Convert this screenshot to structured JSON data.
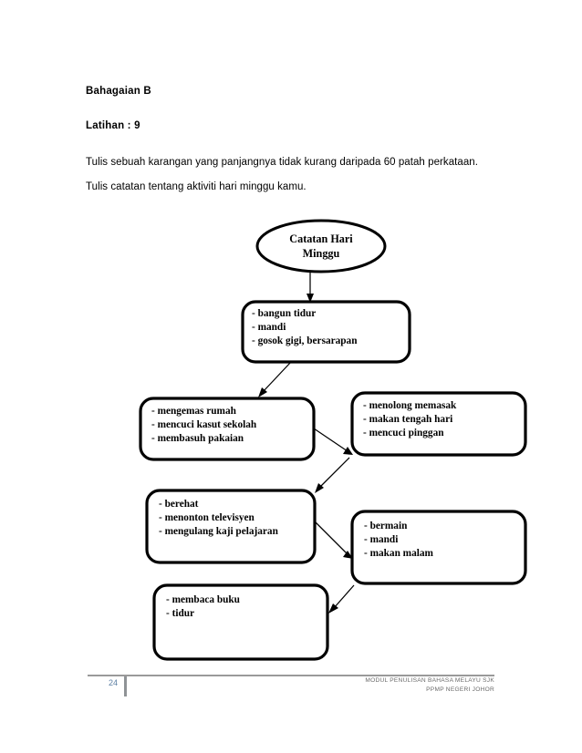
{
  "header": {
    "section": "Bahagaian B",
    "exercise": "Latihan : 9",
    "instruction_1": "Tulis sebuah karangan yang panjangnya tidak kurang daripada 60 patah perkataan.",
    "instruction_2": "Tulis catatan tentang aktiviti hari minggu kamu."
  },
  "diagram": {
    "type": "flowchart",
    "root": {
      "shape": "ellipse",
      "line_1": "Catatan Hari",
      "line_2": "Minggu"
    },
    "boxes": [
      {
        "id": "box-bangun-tidur",
        "lines": [
          "- bangun tidur",
          "- mandi",
          "- gosok gigi, bersarapan"
        ]
      },
      {
        "id": "box-mengemas-rumah",
        "lines": [
          "- mengemas rumah",
          "- mencuci kasut sekolah",
          "- membasuh pakaian"
        ]
      },
      {
        "id": "box-menolong-memasak",
        "lines": [
          "- menolong memasak",
          "- makan tengah hari",
          "- mencuci pinggan"
        ]
      },
      {
        "id": "box-berehat",
        "lines": [
          "- berehat",
          "- menonton televisyen",
          "- mengulang kaji pelajaran"
        ]
      },
      {
        "id": "box-bermain",
        "lines": [
          "- bermain",
          "- mandi",
          "- makan malam"
        ]
      },
      {
        "id": "box-membaca-buku",
        "lines": [
          "- membaca buku",
          "- tidur"
        ]
      }
    ],
    "connections": [
      {
        "from": "root",
        "to": "box-bangun-tidur"
      },
      {
        "from": "box-bangun-tidur",
        "to": "box-mengemas-rumah"
      },
      {
        "from": "box-mengemas-rumah",
        "to": "box-menolong-memasak"
      },
      {
        "from": "box-menolong-memasak",
        "to": "box-berehat"
      },
      {
        "from": "box-berehat",
        "to": "box-bermain"
      },
      {
        "from": "box-bermain",
        "to": "box-membaca-buku"
      }
    ]
  },
  "footer": {
    "page_number": "24",
    "line_1": "MODUL PENULISAN BAHASA MELAYU SJK",
    "line_2": "PPMP NEGERI JOHOR",
    "page_number_color": "#5c7fa3",
    "text_color": "#6b6b6b"
  }
}
